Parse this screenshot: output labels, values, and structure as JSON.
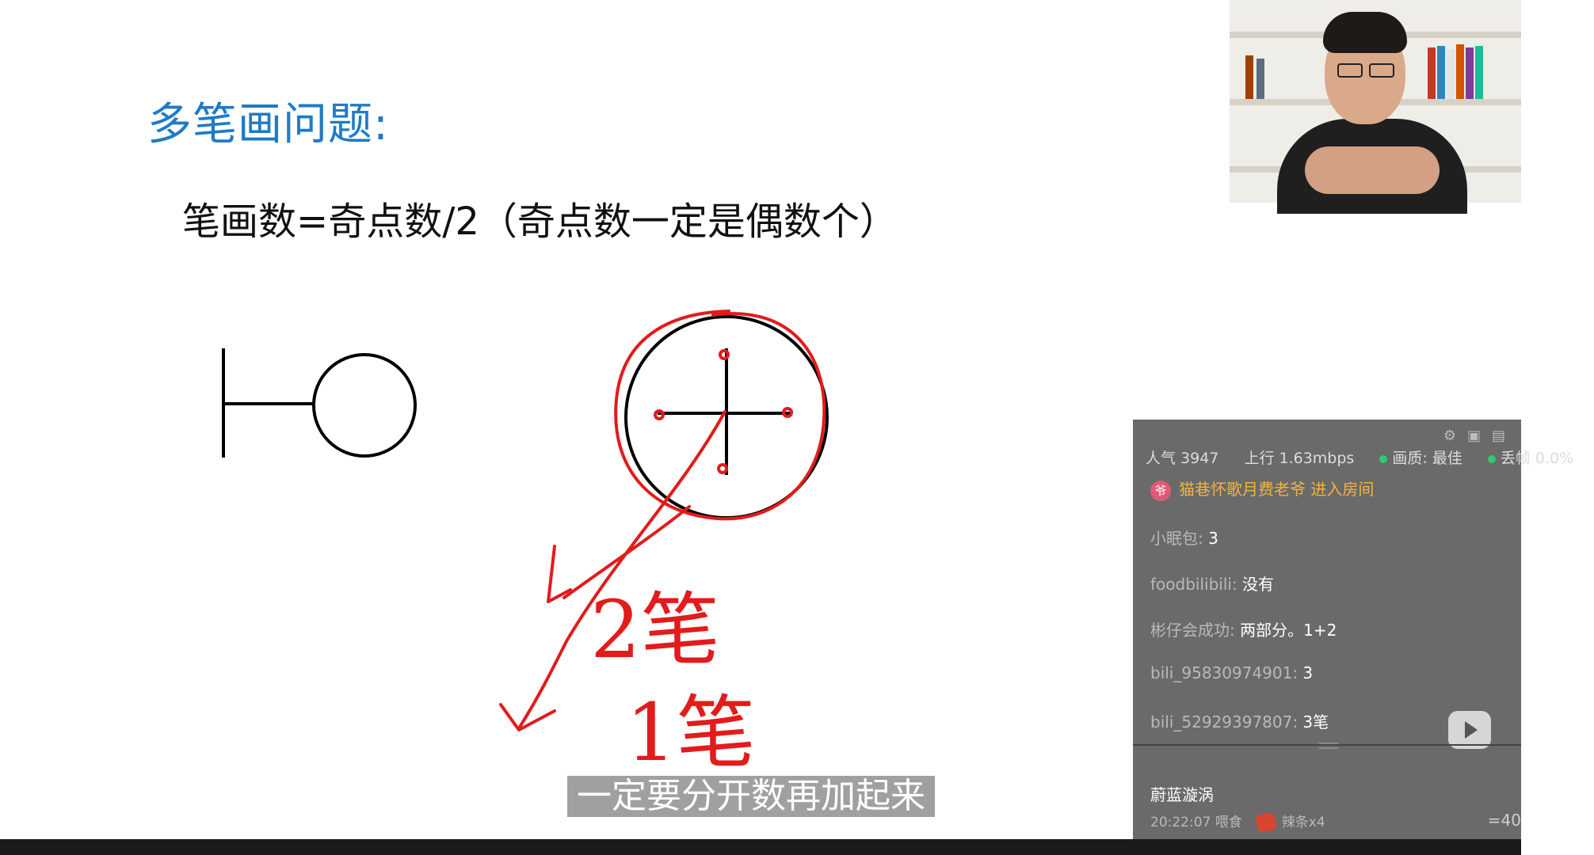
{
  "slide": {
    "title": "多笔画问题:",
    "formula": "笔画数=奇点数/2（奇点数一定是偶数个）"
  },
  "annotations": {
    "strokes_2": "2笔",
    "strokes_1": "1笔"
  },
  "subtitle": "一定要分开数再加起来",
  "colors": {
    "title": "#1f7bc6",
    "ink": "#e21b1b",
    "chat_bg": "#5f5f5f",
    "entry": "#f3b33d"
  },
  "chat": {
    "icons": [
      "gear-icon",
      "clipboard-icon",
      "chat-icon"
    ],
    "stats": {
      "popularity": "人气 3947",
      "upload": "上行 1.63mbps",
      "quality": "画质: 最佳",
      "dropped": "丢帧 0.0%"
    },
    "entry": {
      "badge": "爷",
      "text": "猫巷怀歌月费老爷 进入房间"
    },
    "messages": [
      {
        "user": "小眠包:",
        "text": " 3"
      },
      {
        "user": "foodbilibili:",
        "text": " 没有"
      },
      {
        "user": "彬仔会成功:",
        "text": " 两部分。1+2"
      },
      {
        "user": "bili_95830974901:",
        "text": " 3"
      },
      {
        "user": "bili_52929397807:",
        "text": " 3笔"
      }
    ],
    "gift": {
      "name": "蔚蓝漩涡",
      "time": "20:22:07 喂食",
      "item": "辣条x4",
      "count": "=40"
    }
  }
}
